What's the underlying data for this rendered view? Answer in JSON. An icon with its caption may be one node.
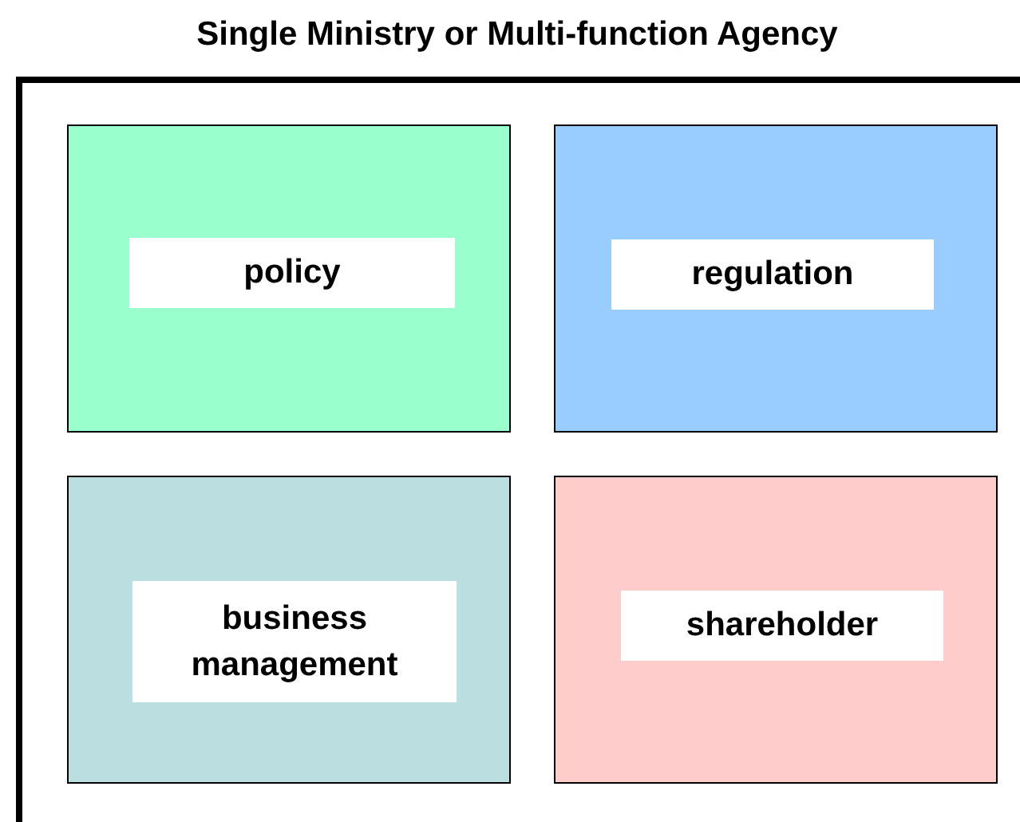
{
  "diagram": {
    "nodes": [
      {
        "text": [
          "Single Ministry or Multi-function Agency"
        ]
      },
      {
        "text": [
          "policy"
        ],
        "in": 0
      },
      {
        "text": [
          "regulation"
        ],
        "in": 0
      },
      {
        "text": [
          "business management"
        ],
        "in": 0
      },
      {
        "text": [
          "shareholder"
        ],
        "in": 0
      }
    ]
  }
}
